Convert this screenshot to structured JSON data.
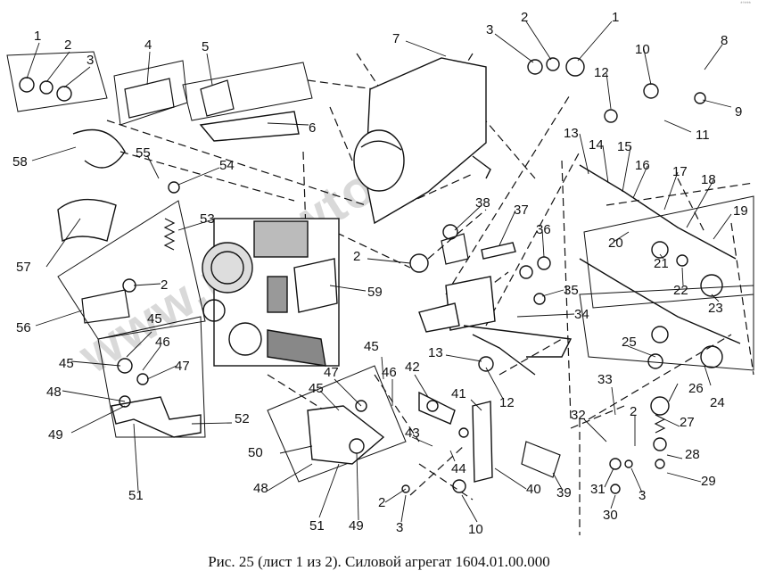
{
  "caption": "Рис. 25 (лист 1 из 2). Силовой агрегат 1604.01.00.000",
  "watermark": "www.mrowto.kz",
  "corner_mark": "*°***",
  "callouts": [
    {
      "id": "c1a",
      "text": "1"
    },
    {
      "id": "c2a",
      "text": "2"
    },
    {
      "id": "c3a",
      "text": "3"
    },
    {
      "id": "c4",
      "text": "4"
    },
    {
      "id": "c5",
      "text": "5"
    },
    {
      "id": "c6",
      "text": "6"
    },
    {
      "id": "c7",
      "text": "7"
    },
    {
      "id": "c3b",
      "text": "3"
    },
    {
      "id": "c2b",
      "text": "2"
    },
    {
      "id": "c1b",
      "text": "1"
    },
    {
      "id": "c10a",
      "text": "10"
    },
    {
      "id": "c8",
      "text": "8"
    },
    {
      "id": "c12a",
      "text": "12"
    },
    {
      "id": "c9",
      "text": "9"
    },
    {
      "id": "c11",
      "text": "11"
    },
    {
      "id": "c58",
      "text": "58"
    },
    {
      "id": "c55",
      "text": "55"
    },
    {
      "id": "c54",
      "text": "54"
    },
    {
      "id": "c13a",
      "text": "13"
    },
    {
      "id": "c14",
      "text": "14"
    },
    {
      "id": "c15",
      "text": "15"
    },
    {
      "id": "c16",
      "text": "16"
    },
    {
      "id": "c17",
      "text": "17"
    },
    {
      "id": "c18",
      "text": "18"
    },
    {
      "id": "c19",
      "text": "19"
    },
    {
      "id": "c38",
      "text": "38"
    },
    {
      "id": "c37",
      "text": "37"
    },
    {
      "id": "c36",
      "text": "36"
    },
    {
      "id": "c53",
      "text": "53"
    },
    {
      "id": "c20",
      "text": "20"
    },
    {
      "id": "c21",
      "text": "21"
    },
    {
      "id": "c57",
      "text": "57"
    },
    {
      "id": "c2c",
      "text": "2"
    },
    {
      "id": "c22",
      "text": "22"
    },
    {
      "id": "c23",
      "text": "23"
    },
    {
      "id": "c2d",
      "text": "2"
    },
    {
      "id": "c59",
      "text": "59"
    },
    {
      "id": "c35",
      "text": "35"
    },
    {
      "id": "c34",
      "text": "34"
    },
    {
      "id": "c56",
      "text": "56"
    },
    {
      "id": "c45a",
      "text": "45"
    },
    {
      "id": "c46a",
      "text": "46"
    },
    {
      "id": "c25",
      "text": "25"
    },
    {
      "id": "c45b",
      "text": "45"
    },
    {
      "id": "c47a",
      "text": "47"
    },
    {
      "id": "c45c",
      "text": "45"
    },
    {
      "id": "c13b",
      "text": "13"
    },
    {
      "id": "c12b",
      "text": "12"
    },
    {
      "id": "c24",
      "text": "24"
    },
    {
      "id": "c42",
      "text": "42"
    },
    {
      "id": "c33",
      "text": "33"
    },
    {
      "id": "c26",
      "text": "26"
    },
    {
      "id": "c48a",
      "text": "48"
    },
    {
      "id": "c47b",
      "text": "47"
    },
    {
      "id": "c46b",
      "text": "46"
    },
    {
      "id": "c45d",
      "text": "45"
    },
    {
      "id": "c41",
      "text": "41"
    },
    {
      "id": "c2e",
      "text": "2"
    },
    {
      "id": "c32",
      "text": "32"
    },
    {
      "id": "c27",
      "text": "27"
    },
    {
      "id": "c49a",
      "text": "49"
    },
    {
      "id": "c52",
      "text": "52"
    },
    {
      "id": "c43",
      "text": "43"
    },
    {
      "id": "c28",
      "text": "28"
    },
    {
      "id": "c44",
      "text": "44"
    },
    {
      "id": "c29",
      "text": "29"
    },
    {
      "id": "c50",
      "text": "50"
    },
    {
      "id": "c39",
      "text": "39"
    },
    {
      "id": "c40",
      "text": "40"
    },
    {
      "id": "c31",
      "text": "31"
    },
    {
      "id": "c3c",
      "text": "3"
    },
    {
      "id": "c51a",
      "text": "51"
    },
    {
      "id": "c48b",
      "text": "48"
    },
    {
      "id": "c2f",
      "text": "2"
    },
    {
      "id": "c30",
      "text": "30"
    },
    {
      "id": "c51b",
      "text": "51"
    },
    {
      "id": "c49b",
      "text": "49"
    },
    {
      "id": "c3d",
      "text": "3"
    },
    {
      "id": "c10b",
      "text": "10"
    }
  ]
}
